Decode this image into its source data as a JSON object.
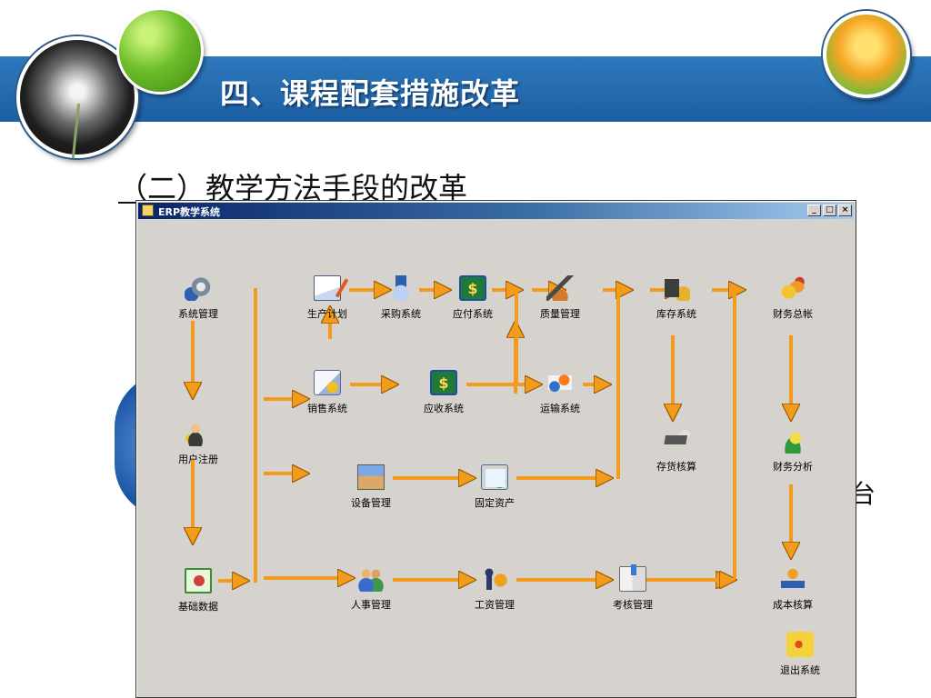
{
  "slide": {
    "title": "四、课程配套措施改革",
    "subtitle": "（二）教学方法手段的改革",
    "side_char": "台"
  },
  "window": {
    "title": "ERP教学系统",
    "controls": {
      "minimize": "_",
      "maximize": "□",
      "close": "×"
    }
  },
  "modules": {
    "system_mgmt": {
      "label": "系统管理",
      "icon": "gear-icon"
    },
    "user_register": {
      "label": "用户注册",
      "icon": "users-key-icon"
    },
    "basic_data": {
      "label": "基础数据",
      "icon": "basic-data-icon"
    },
    "production_plan": {
      "label": "生产计划",
      "icon": "document-pen-icon"
    },
    "purchase": {
      "label": "采购系统",
      "icon": "download-tray-icon"
    },
    "payable": {
      "label": "应付系统",
      "icon": "money-out-icon"
    },
    "quality": {
      "label": "质量管理",
      "icon": "microscope-icon"
    },
    "inventory": {
      "label": "库存系统",
      "icon": "stock-icon"
    },
    "ledger": {
      "label": "财务总帐",
      "icon": "coins-icon"
    },
    "sales": {
      "label": "销售系统",
      "icon": "sales-order-icon"
    },
    "receivable": {
      "label": "应收系统",
      "icon": "money-in-icon"
    },
    "transport": {
      "label": "运输系统",
      "icon": "truck-icon"
    },
    "stock_accounting": {
      "label": "存货核算",
      "icon": "cart-icon"
    },
    "fin_analysis": {
      "label": "财务分析",
      "icon": "chart-money-icon"
    },
    "equipment": {
      "label": "设备管理",
      "icon": "equipment-icon"
    },
    "fixed_assets": {
      "label": "固定资产",
      "icon": "asset-icon"
    },
    "hr": {
      "label": "人事管理",
      "icon": "people-icon"
    },
    "wages": {
      "label": "工资管理",
      "icon": "wage-icon"
    },
    "appraisal": {
      "label": "考核管理",
      "icon": "book-icon"
    },
    "cost_accounting": {
      "label": "成本核算",
      "icon": "cost-icon"
    },
    "exit": {
      "label": "退出系统",
      "icon": "exit-icon"
    }
  },
  "colors": {
    "arrow": "#f39c1b",
    "arrow_edge": "#9a5a08",
    "window_bg": "#d6d3ce",
    "banner": "#2568ad"
  }
}
